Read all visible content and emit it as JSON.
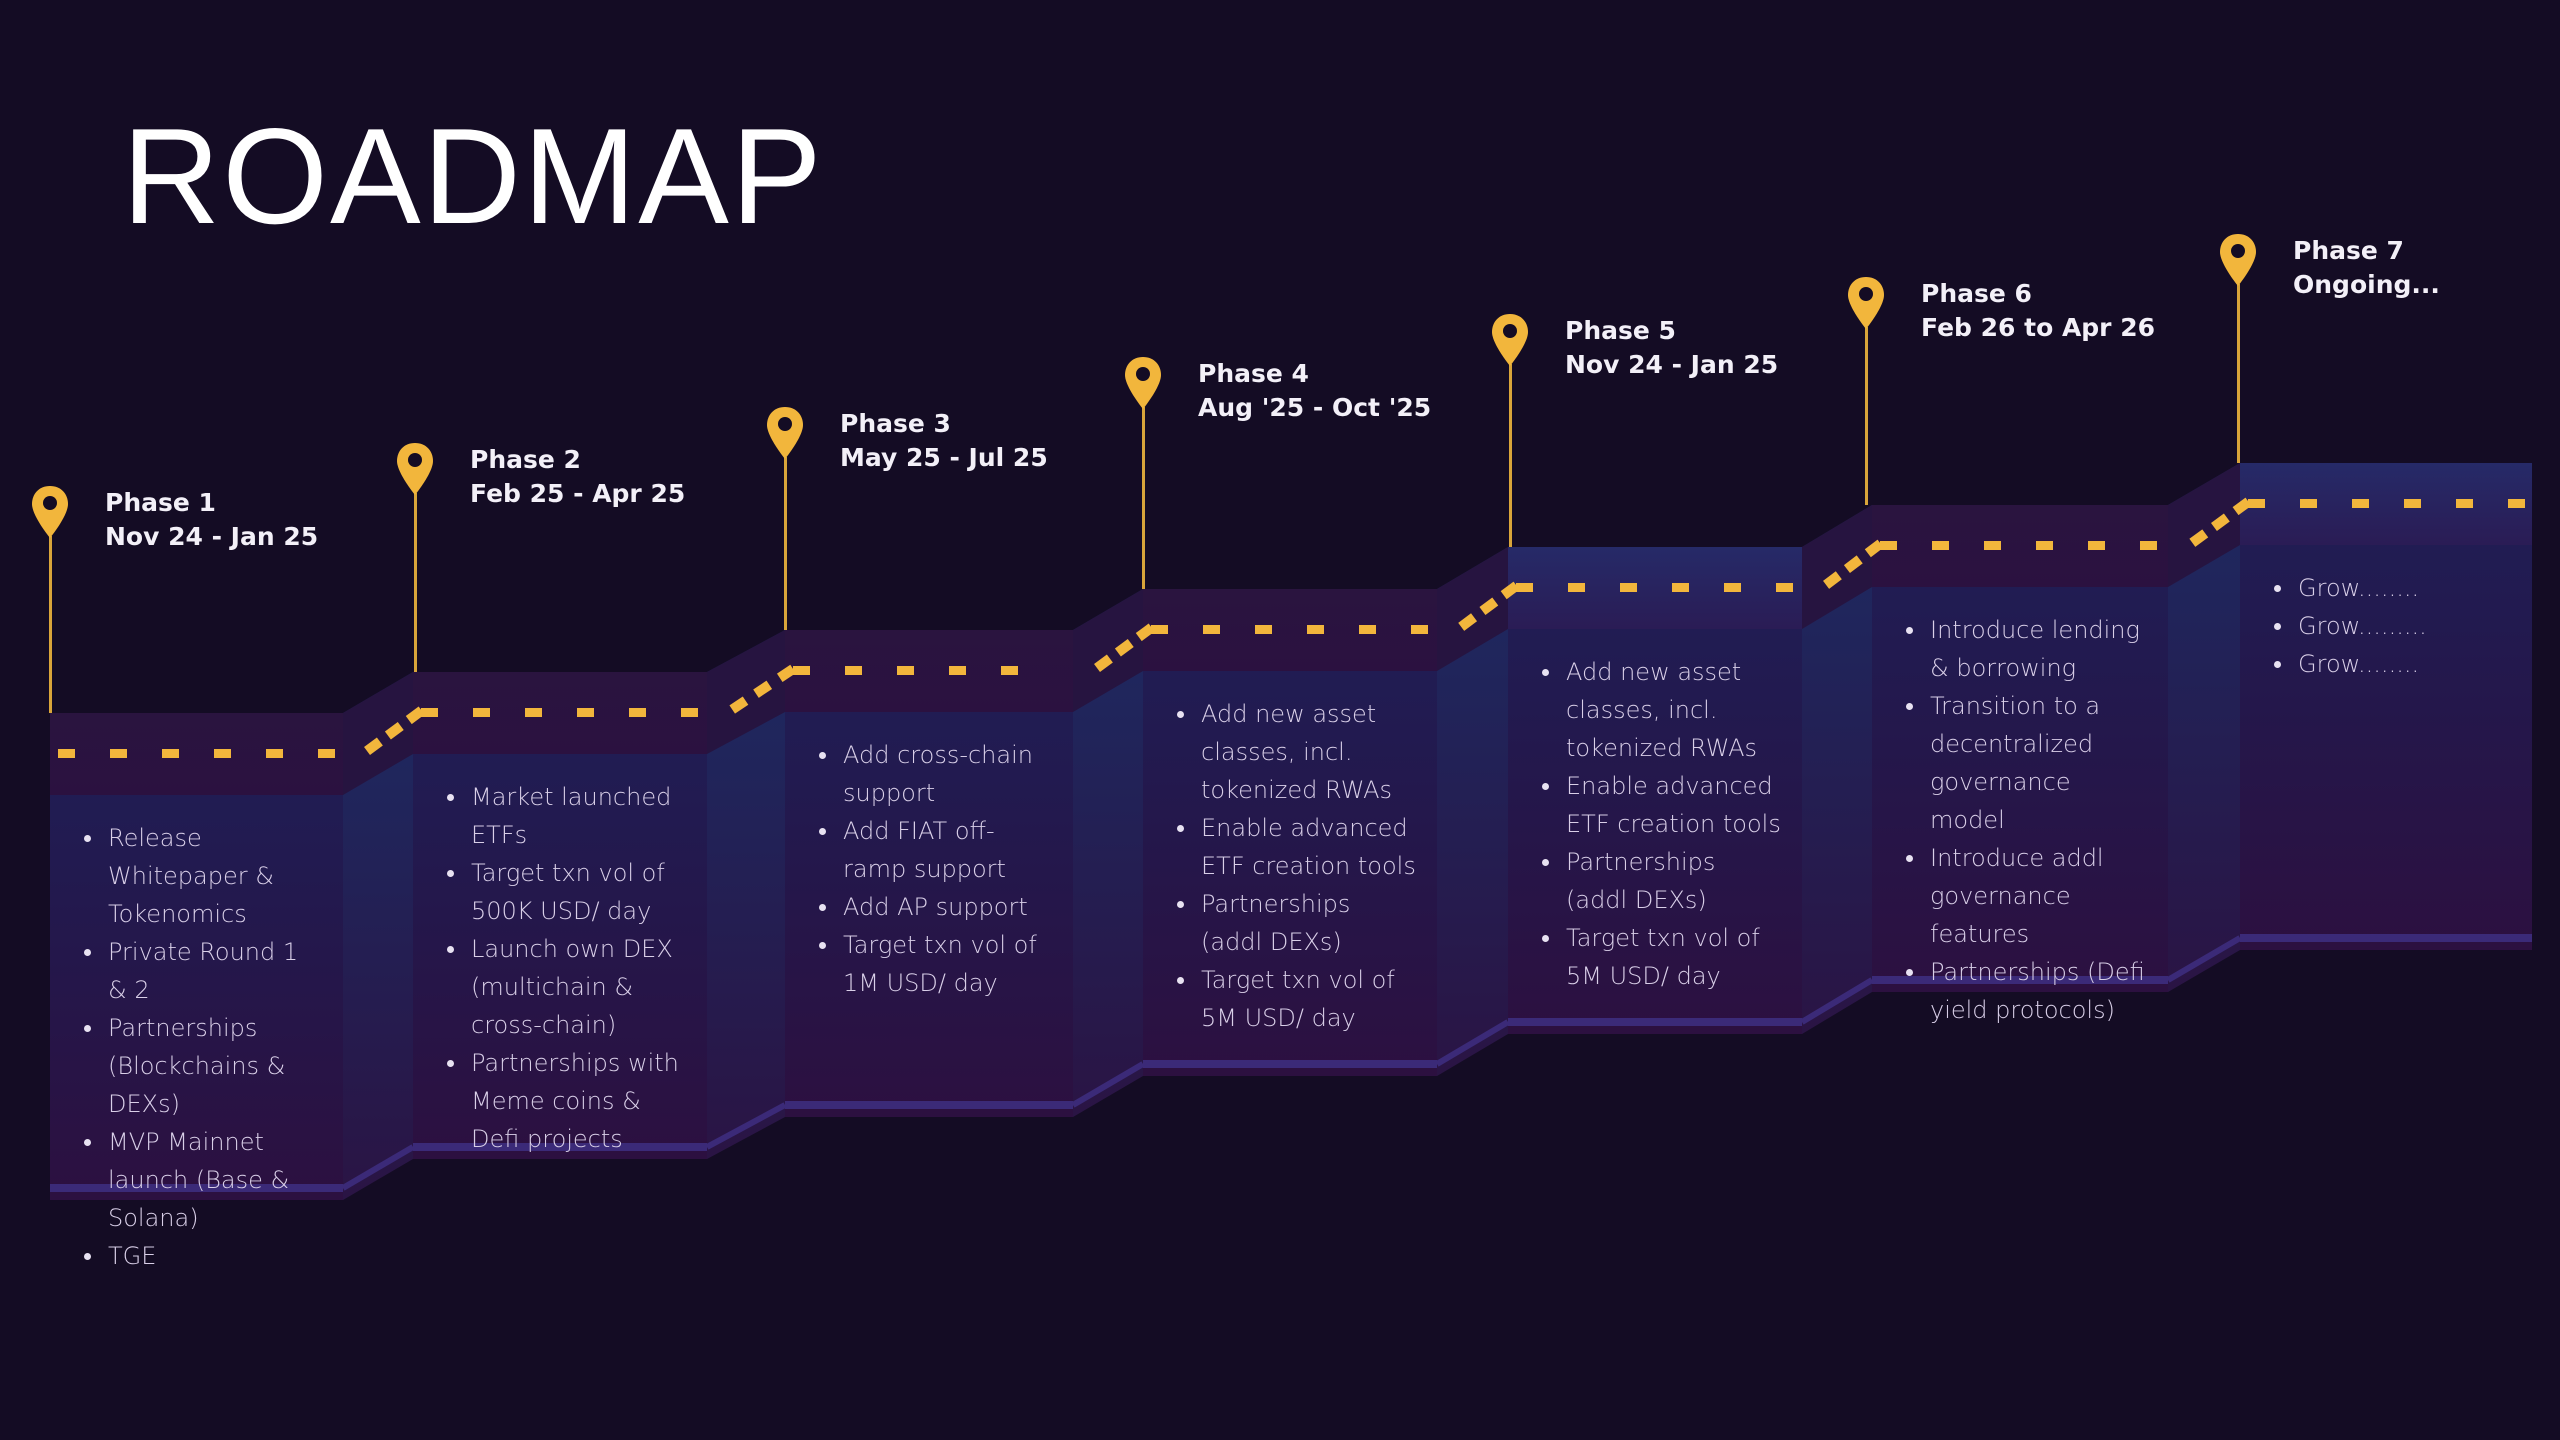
{
  "title": "ROADMAP",
  "colors": {
    "background": "#140c24",
    "accent": "#f2b63c",
    "block_top": "#2a1240",
    "block_blue": "#1e1d55",
    "block_purple": "#2b1043"
  },
  "phases": [
    {
      "name": "Phase 1",
      "dates": "Nov 24 - Jan 25",
      "icon": "map-pin-icon",
      "items": [
        "Release Whitepaper & Tokenomics",
        "Private Round 1 & 2",
        "Partnerships (Blockchains & DEXs)",
        "MVP Mainnet launch (Base & Solana)",
        "TGE"
      ]
    },
    {
      "name": "Phase 2",
      "dates": "Feb 25 - Apr 25",
      "icon": "map-pin-icon",
      "items": [
        "Market launched ETFs",
        "Target txn vol of 500K USD/ day",
        "Launch own DEX (multichain & cross-chain)",
        "Partnerships with Meme coins & Defi projects"
      ]
    },
    {
      "name": "Phase 3",
      "dates": "May 25 - Jul 25",
      "icon": "map-pin-icon",
      "items": [
        "Add cross-chain support",
        "Add FIAT off-ramp support",
        "Add AP support",
        "Target txn vol of 1M USD/ day"
      ]
    },
    {
      "name": "Phase 4",
      "dates": "Aug '25 - Oct '25",
      "icon": "map-pin-icon",
      "items": [
        "Add new asset classes, incl. tokenized RWAs",
        "Enable advanced ETF creation tools",
        "Partnerships (addl DEXs)",
        "Target txn vol of 5M USD/ day"
      ]
    },
    {
      "name": "Phase 5",
      "dates": "Nov 24 - Jan 25",
      "icon": "map-pin-icon",
      "items": [
        "Add new asset classes, incl. tokenized RWAs",
        "Enable advanced ETF creation tools",
        "Partnerships (addl DEXs)",
        "Target txn vol of 5M USD/ day"
      ]
    },
    {
      "name": "Phase 6",
      "dates": "Feb 26 to Apr 26",
      "icon": "map-pin-icon",
      "items": [
        "Introduce lending & borrowing",
        "Transition to a decentralized governance model",
        "Introduce addl governance features",
        "Partnerships (Defi yield protocols)"
      ]
    },
    {
      "name": "Phase 7",
      "dates": "Ongoing...",
      "icon": "map-pin-icon",
      "items": [
        "Grow........",
        "Grow.........",
        "Grow........"
      ]
    }
  ]
}
